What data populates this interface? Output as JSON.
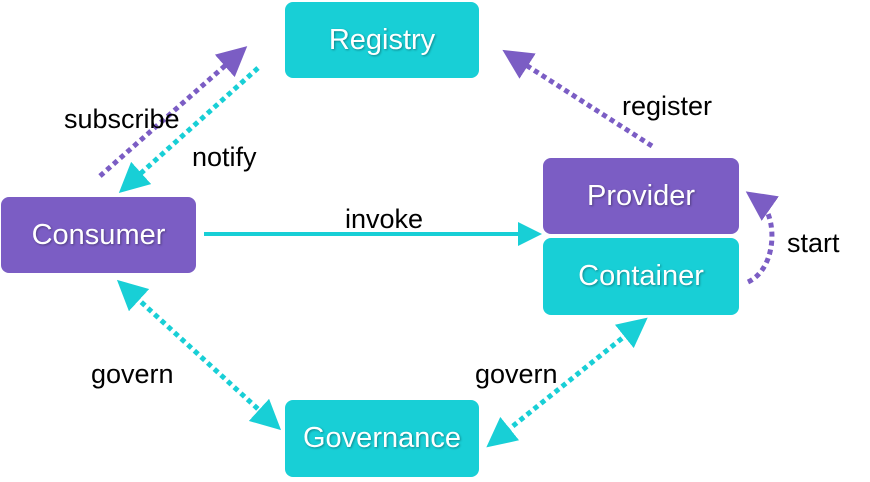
{
  "colors": {
    "teal": "#18cfd6",
    "purple": "#7b5dc4",
    "text": "#000000",
    "box_text": "#ffffff"
  },
  "nodes": {
    "registry": "Registry",
    "consumer": "Consumer",
    "provider": "Provider",
    "container": "Container",
    "governance": "Governance"
  },
  "edges": {
    "subscribe": "subscribe",
    "notify": "notify",
    "register": "register",
    "invoke": "invoke",
    "start": "start",
    "govern_left": "govern",
    "govern_right": "govern"
  }
}
